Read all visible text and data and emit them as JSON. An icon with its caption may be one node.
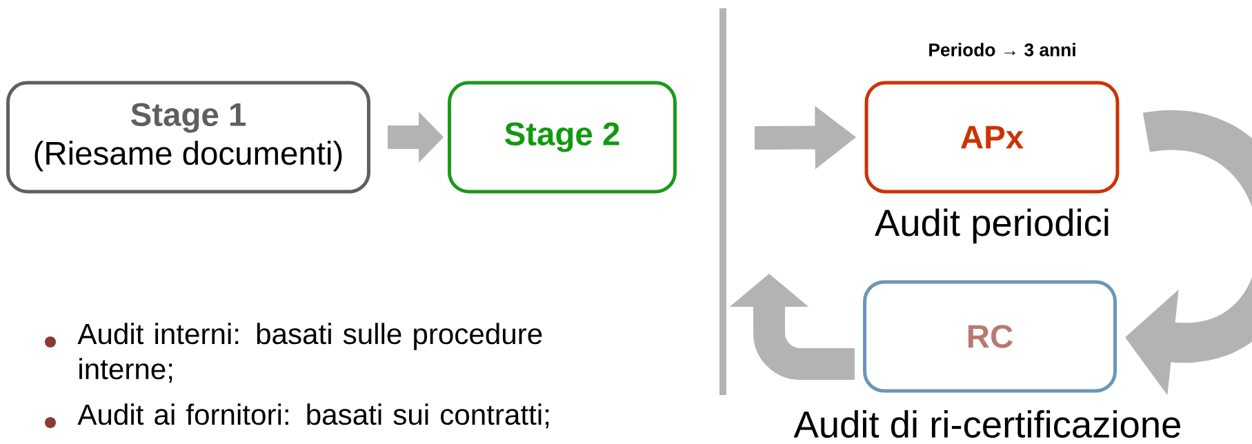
{
  "diagram": {
    "nodes": [
      {
        "text": [
          "Stage 1",
          "(Riesame documenti)"
        ]
      },
      {
        "text": [
          "Stage 2"
        ]
      },
      {
        "text": [
          "APx"
        ],
        "beside": [
          "Audit periodici"
        ]
      },
      {
        "text": [
          "RC"
        ],
        "beside": [
          "Audit di ri-certificazione"
        ]
      }
    ],
    "edges": [
      {
        "from": 0,
        "to": 1,
        "arrow": "to"
      },
      {
        "from": null,
        "to": 2,
        "arrow": "to"
      },
      {
        "from": 2,
        "to": 3,
        "arrow": "to"
      },
      {
        "from": 3,
        "to": null,
        "arrow": "to"
      }
    ],
    "labels": [
      "Periodo → 3 anni",
      "Audit interni: basati sulle procedure interne;",
      "Audit ai fornitori: basati sui contratti;"
    ]
  }
}
